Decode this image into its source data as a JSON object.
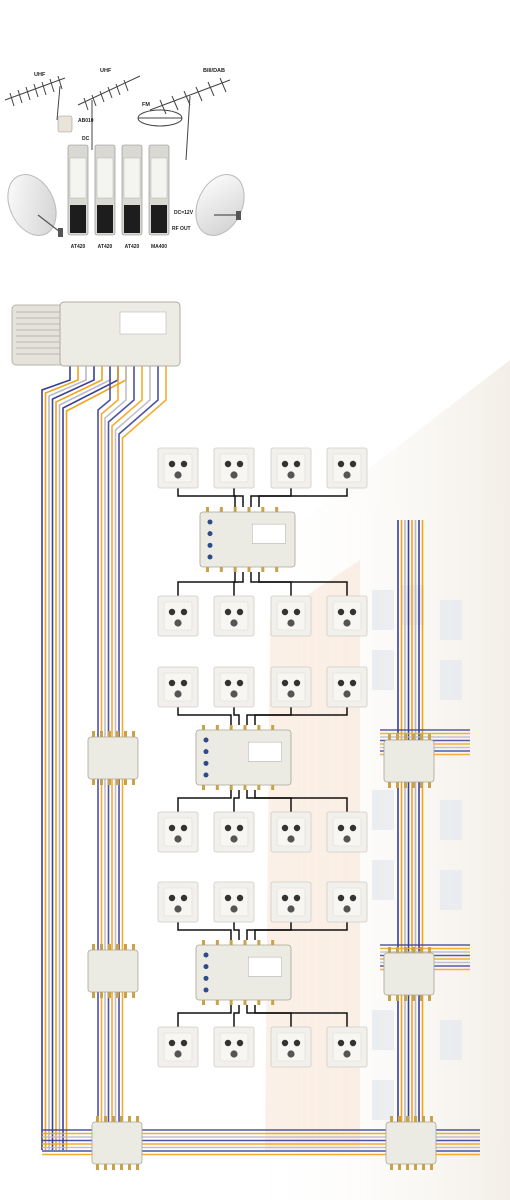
{
  "antennas": {
    "uhf_left": "UHF",
    "uhf_mid": "UHF",
    "fm": "FM",
    "bIII_dab": "BIII/DAB"
  },
  "headend": {
    "preamp_label": "AB010",
    "dc_label": "DC",
    "dc12_label": "DC=12V",
    "rf_out_label": "RF OUT",
    "modules": [
      "AT420",
      "AT420",
      "AT420",
      "MA400"
    ]
  },
  "colors": {
    "blue_cable": "#3a3f9a",
    "orange_cable": "#f2a31b",
    "grey_cable": "#b9b9c6",
    "black_cable": "#111111",
    "device_body": "#ecebe3"
  }
}
